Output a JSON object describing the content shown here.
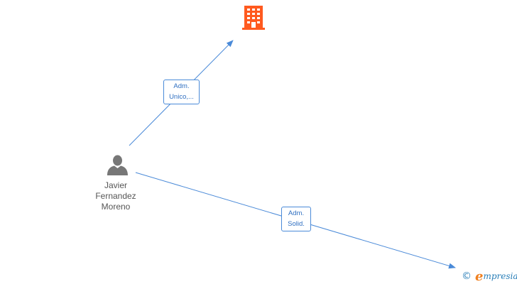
{
  "colors": {
    "edge": "#4a8ad8",
    "edge_label_text": "#2f6fc1",
    "company_icon": "#ff5a1f",
    "person_icon": "#777777",
    "person_label": "#555555",
    "watermark_blue": "#2a7fb8",
    "watermark_orange": "#f08020"
  },
  "nodes": {
    "company": {
      "icon": "building-icon"
    },
    "person": {
      "icon": "person-icon",
      "name_lines": [
        "Javier",
        "Fernandez",
        "Moreno"
      ]
    }
  },
  "edges": [
    {
      "from": "person",
      "to": "company",
      "label_lines": [
        "Adm.",
        "Unico,..."
      ]
    },
    {
      "from": "person",
      "to": "offscreen-node",
      "label_lines": [
        "Adm.",
        "Solid."
      ]
    }
  ],
  "watermark": {
    "symbol": "©",
    "brand_first": "e",
    "brand_rest": "mpresia"
  }
}
